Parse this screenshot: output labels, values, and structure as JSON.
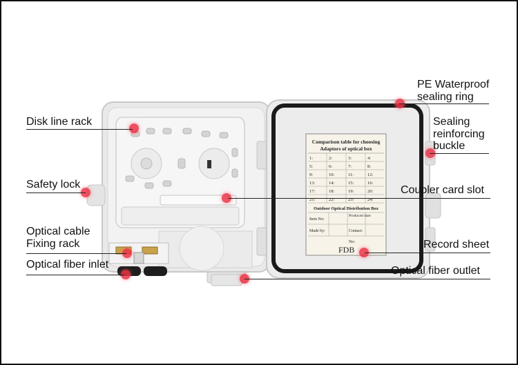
{
  "callouts": {
    "disk_line_rack": "Disk line rack",
    "safety_lock": "Safety lock",
    "optical_cable_fixing_rack_1": "Optical cable",
    "optical_cable_fixing_rack_2": "Fixing rack",
    "optical_fiber_inlet": "Optical fiber inlet",
    "pe_waterproof_1": "PE Waterproof",
    "pe_waterproof_2": "sealing ring",
    "sealing_buckle_1": "Sealing",
    "sealing_buckle_2": "reinforcing",
    "sealing_buckle_3": "buckle",
    "coupler_card_slot": "Coupler card slot",
    "record_sheet": "Record sheet",
    "optical_fiber_outlet": "Optical fiber outlet"
  },
  "record_sheet": {
    "title_1": "Comparison table for choosing",
    "title_2": "Adaptors of optical box",
    "grid": [
      [
        "1:",
        "2:",
        "3:",
        "4:"
      ],
      [
        "5:",
        "6:",
        "7:",
        "8:"
      ],
      [
        "9:",
        "10:",
        "11:",
        "12:"
      ],
      [
        "13:",
        "14:",
        "15:",
        "16:"
      ],
      [
        "17:",
        "18:",
        "19:",
        "20:"
      ],
      [
        "21:",
        "22:",
        "23:",
        "24:"
      ]
    ],
    "box_title": "Outdoor Optical Distribution Box",
    "item_no": "Item No:",
    "produced_date": "Produced date:",
    "made_by": "Made by:",
    "contact": "Contact:",
    "no": "No:",
    "brand": "FDB"
  },
  "colors": {
    "marker": "#eb3246",
    "enclosure": "#e8e8e8",
    "seal": "#1a1a1a"
  }
}
